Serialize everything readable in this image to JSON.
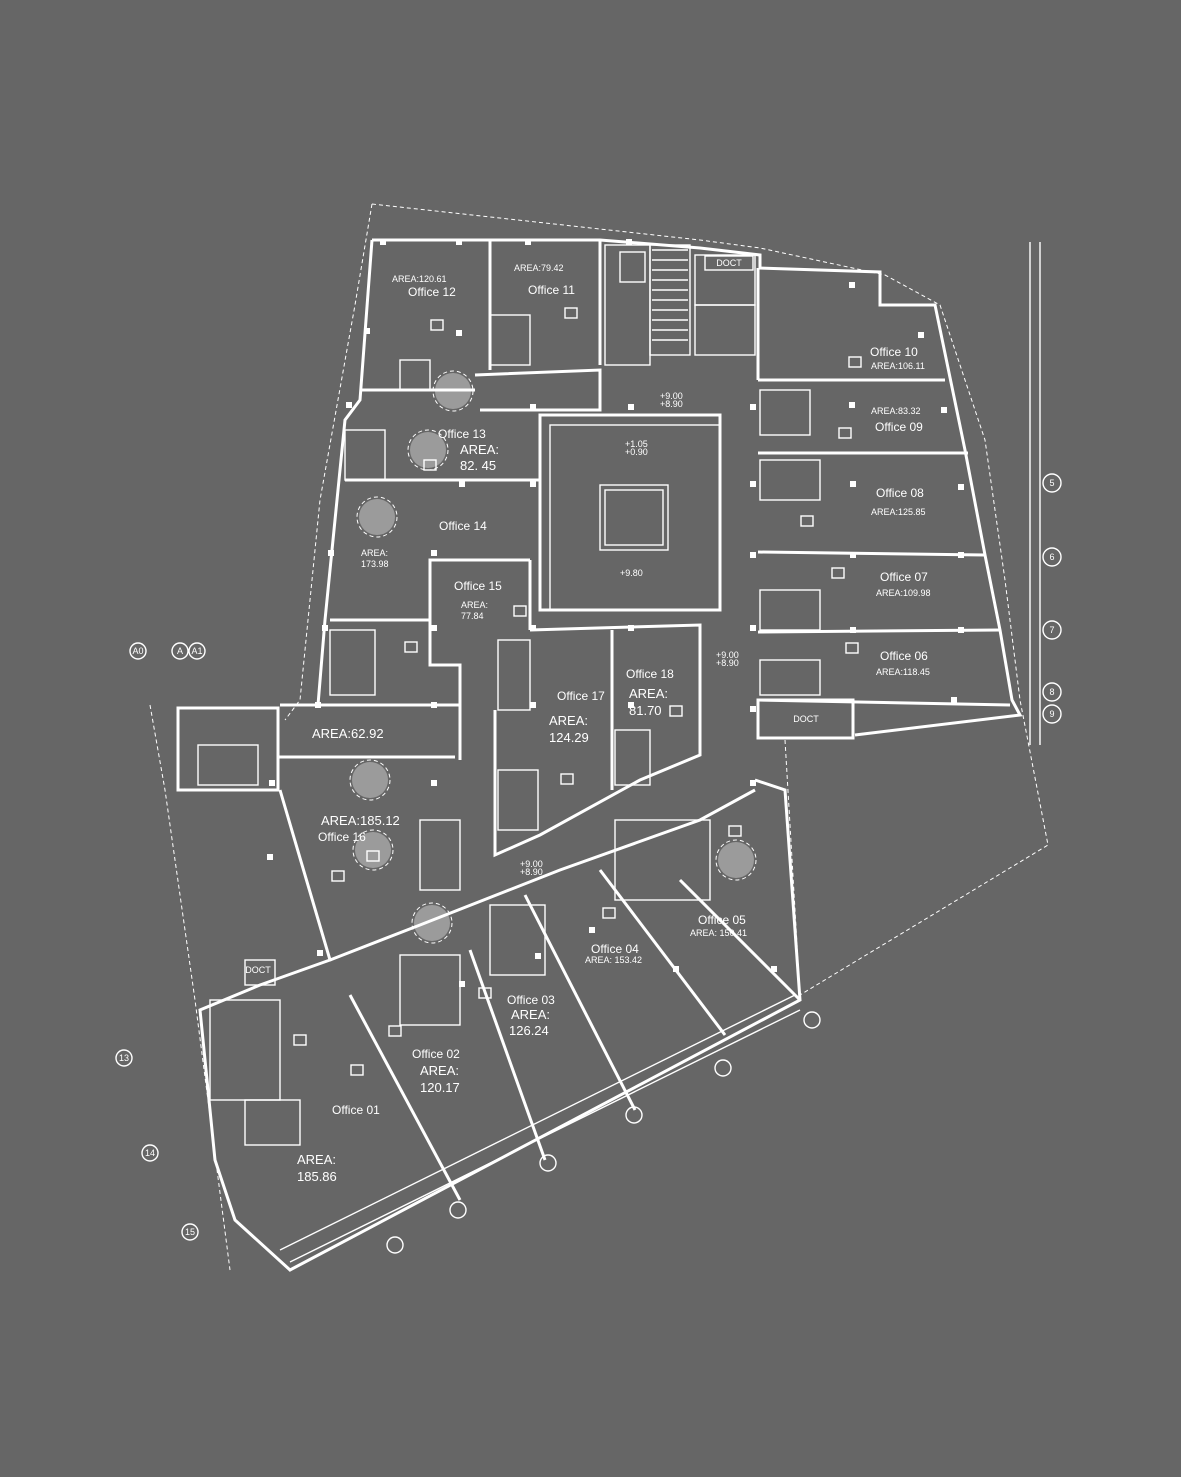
{
  "plan": {
    "offices": [
      {
        "name": "Office 01",
        "area_text": "AREA:",
        "area_value": "185.86"
      },
      {
        "name": "Office 02",
        "area_text": "AREA:",
        "area_value": "120.17"
      },
      {
        "name": "Office 03",
        "area_text": "AREA:",
        "area_value": "126.24"
      },
      {
        "name": "Office 04",
        "area_text": "AREA: 153.42"
      },
      {
        "name": "Office 05",
        "area_text": "AREA: 150.41"
      },
      {
        "name": "Office 06",
        "area_text": "AREA:118.45"
      },
      {
        "name": "Office 07",
        "area_text": "AREA:109.98"
      },
      {
        "name": "Office 08",
        "area_text": "AREA:125.85"
      },
      {
        "name": "Office 09",
        "area_text": "AREA:83.32"
      },
      {
        "name": "Office 10",
        "area_text": "AREA:106.11"
      },
      {
        "name": "Office 11",
        "area_text": "AREA:79.42"
      },
      {
        "name": "Office 12",
        "area_text": "AREA:120.61"
      },
      {
        "name": "Office 13",
        "area_text": "AREA:",
        "area_value": "82. 45"
      },
      {
        "name": "Office 14",
        "area_text": "AREA:",
        "area_value": "173.98"
      },
      {
        "name": "Office 15",
        "area_text": "AREA:",
        "area_value": "77.84"
      },
      {
        "name": "Office 16",
        "area_text": "AREA:185.12"
      },
      {
        "name": "Office 17",
        "area_text": "AREA:",
        "area_value": "124.29"
      },
      {
        "name": "Office 18",
        "area_text": "AREA:",
        "area_value": "81.70"
      }
    ],
    "corridor_area": "AREA:62.92",
    "doct_label": "DOCT",
    "level_labels": [
      "+1.05",
      "+0.90",
      "+9.80",
      "+9.00",
      "+8.90"
    ],
    "grid_numbers_right": [
      "5",
      "6",
      "7",
      "8",
      "9"
    ],
    "grid_letters_left": [
      "A0",
      "A",
      "A1"
    ],
    "grid_left_bottom": [
      "13",
      "14",
      "15"
    ],
    "colors": {
      "background": "#666666",
      "lines": "#ffffff"
    }
  }
}
